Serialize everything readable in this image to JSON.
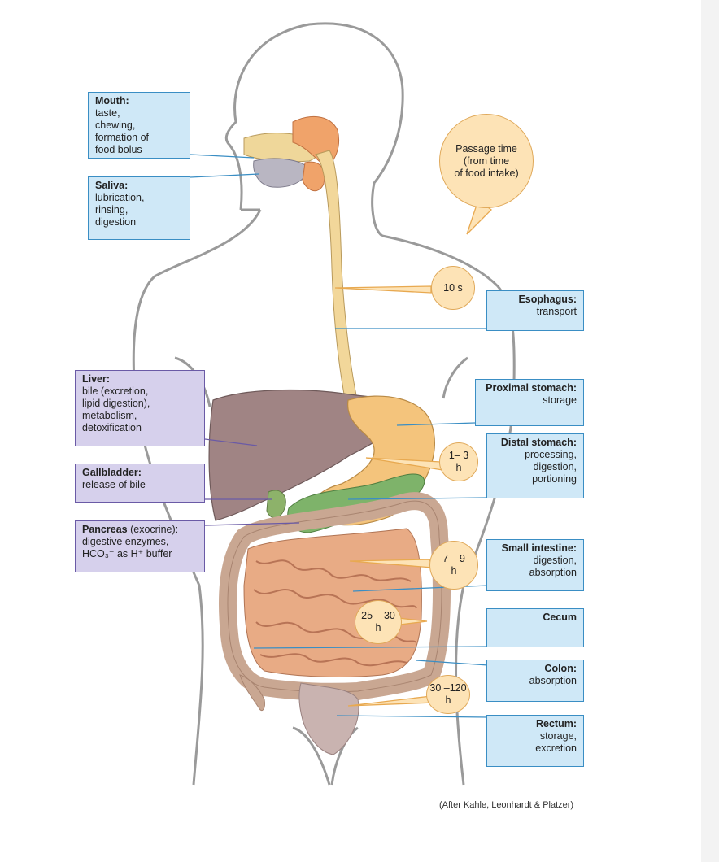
{
  "labels": {
    "mouth": {
      "title": "Mouth:",
      "lines": [
        "taste,",
        "chewing,",
        "formation of",
        "food bolus"
      ]
    },
    "saliva": {
      "title": "Saliva:",
      "lines": [
        "lubrication,",
        "rinsing,",
        "digestion"
      ]
    },
    "liver": {
      "title": "Liver:",
      "lines": [
        "bile (excretion,",
        "lipid digestion),",
        "metabolism,",
        "detoxification"
      ]
    },
    "gallbladder": {
      "title": "Gallbladder:",
      "lines": [
        "release of bile"
      ]
    },
    "pancreas": {
      "title": "Pancreas",
      "title_suffix": " (exocrine):",
      "lines": [
        "digestive enzymes,",
        "HCO₃⁻ as H⁺ buffer"
      ]
    },
    "esophagus": {
      "title": "Esophagus:",
      "lines": [
        "transport"
      ]
    },
    "proximal_stomach": {
      "title": "Proximal stomach:",
      "lines": [
        "storage"
      ]
    },
    "distal_stomach": {
      "title": "Distal stomach:",
      "lines": [
        "processing,",
        "digestion,",
        "portioning"
      ]
    },
    "small_intestine": {
      "title": "Small intestine:",
      "lines": [
        "digestion,",
        "absorption"
      ]
    },
    "cecum": {
      "title": "Cecum",
      "lines": []
    },
    "colon": {
      "title": "Colon:",
      "lines": [
        "absorption"
      ]
    },
    "rectum": {
      "title": "Rectum:",
      "lines": [
        "storage,",
        "excretion"
      ]
    }
  },
  "bubbles": {
    "passage": [
      "Passage time",
      "(from time",
      "of food intake)"
    ],
    "esophagus_time": [
      "10 s"
    ],
    "stomach_time": [
      "1– 3",
      "h"
    ],
    "small_intestine_time": [
      "7 – 9",
      "h"
    ],
    "cecum_time": [
      "25 – 30",
      "h"
    ],
    "colon_time": [
      "30 –120",
      "h"
    ]
  },
  "credit": "(After Kahle, Leonhardt & Platzer)"
}
